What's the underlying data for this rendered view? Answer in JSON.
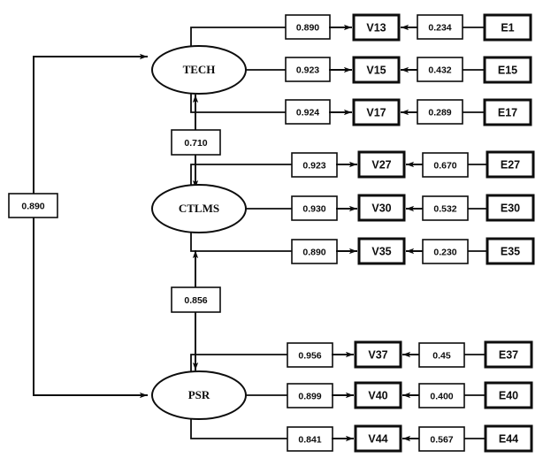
{
  "diagram": {
    "type": "structural-equation-model-path-diagram",
    "latent_variables": [
      {
        "id": "TECH",
        "label": "TECH"
      },
      {
        "id": "CTLMS",
        "label": "CTLMS"
      },
      {
        "id": "PSR",
        "label": "PSR"
      }
    ],
    "structural_paths": [
      {
        "id": "tech-ctlms",
        "label": "0.710",
        "from": "CTLMS",
        "to": "TECH",
        "bidirectional": true
      },
      {
        "id": "ctlms-psr",
        "label": "0.856",
        "from": "PSR",
        "to": "CTLMS",
        "bidirectional": true
      },
      {
        "id": "psr-tech",
        "label": "0.890",
        "from": "PSR",
        "to": "TECH",
        "bidirectional": true
      }
    ],
    "measurement_groups": [
      {
        "latent": "TECH",
        "indicators": [
          {
            "loading": "0.890",
            "variable": "V13",
            "error_value": "0.234",
            "error": "E1"
          },
          {
            "loading": "0.923",
            "variable": "V15",
            "error_value": "0.432",
            "error": "E15"
          },
          {
            "loading": "0.924",
            "variable": "V17",
            "error_value": "0.289",
            "error": "E17"
          }
        ]
      },
      {
        "latent": "CTLMS",
        "indicators": [
          {
            "loading": "0.923",
            "variable": "V27",
            "error_value": "0.670",
            "error": "E27"
          },
          {
            "loading": "0.930",
            "variable": "V30",
            "error_value": "0.532",
            "error": "E30"
          },
          {
            "loading": "0.890",
            "variable": "V35",
            "error_value": "0.230",
            "error": "E35"
          }
        ]
      },
      {
        "latent": "PSR",
        "indicators": [
          {
            "loading": "0.956",
            "variable": "V37",
            "error_value": "0.45",
            "error": "E37"
          },
          {
            "loading": "0.899",
            "variable": "V40",
            "error_value": "0.400",
            "error": "E40"
          },
          {
            "loading": "0.841",
            "variable": "V44",
            "error_value": "0.567",
            "error": "E44"
          }
        ]
      }
    ],
    "colors": {
      "stroke": "#0d0d0d",
      "background": "#ffffff"
    }
  }
}
